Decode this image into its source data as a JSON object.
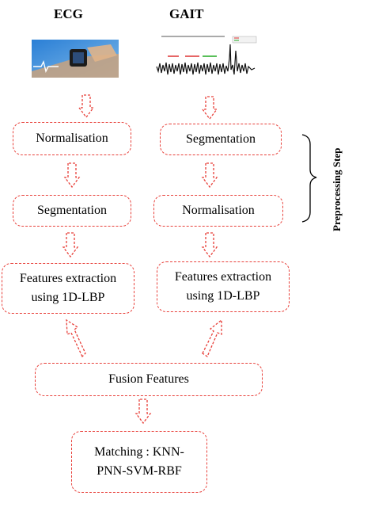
{
  "titles": {
    "ecg": "ECG",
    "gait": "GAIT"
  },
  "boxes": {
    "ecg_normalisation": "Normalisation",
    "gait_segmentation": "Segmentation",
    "ecg_segmentation": "Segmentation",
    "gait_normalisation": "Normalisation",
    "ecg_features_line1": "Features extraction",
    "ecg_features_line2": "using 1D-LBP",
    "gait_features_line1": "Features extraction",
    "gait_features_line2": "using 1D-LBP",
    "fusion": "Fusion Features",
    "matching_line1": "Matching : KNN-",
    "matching_line2": "PNN-SVM-RBF"
  },
  "side_label": "Preprocessing Step",
  "colors": {
    "dashed_border": "#e8403a",
    "arrow": "#e8403a"
  },
  "icons": {
    "ecg_image": "ecg-smartwatch-photo-icon",
    "gait_image": "gait-signal-plot-icon"
  }
}
